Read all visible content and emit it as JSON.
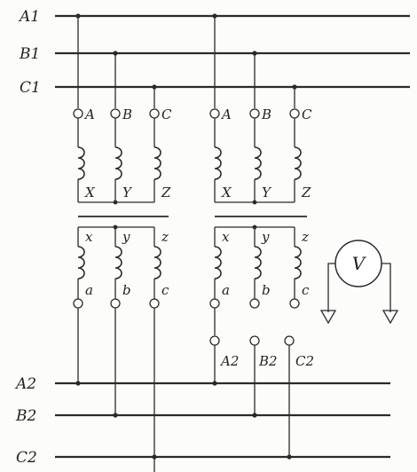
{
  "buses_top": [
    "A1",
    "B1",
    "C1"
  ],
  "buses_bottom": [
    "A2",
    "B2",
    "C2"
  ],
  "transformer_left": {
    "primary_start": [
      "A",
      "B",
      "C"
    ],
    "primary_end": [
      "X",
      "Y",
      "Z"
    ],
    "secondary_start": [
      "x",
      "y",
      "z"
    ],
    "secondary_end": [
      "a",
      "b",
      "c"
    ]
  },
  "transformer_right": {
    "primary_start": [
      "A",
      "B",
      "C"
    ],
    "primary_end": [
      "X",
      "Y",
      "Z"
    ],
    "secondary_start": [
      "x",
      "y",
      "z"
    ],
    "secondary_end": [
      "a",
      "b",
      "c"
    ],
    "output_labels": [
      "A2",
      "B2",
      "C2"
    ]
  },
  "voltmeter": {
    "symbol": "V"
  }
}
